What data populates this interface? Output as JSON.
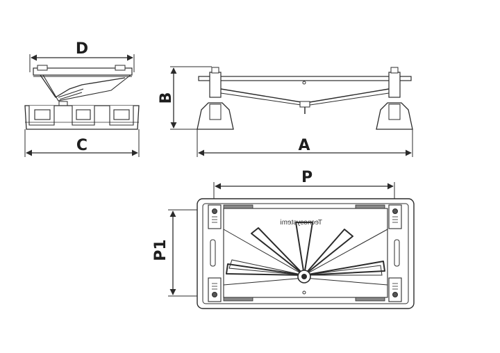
{
  "labels": {
    "side_top_width": "D",
    "side_base_width": "C",
    "front_height": "B",
    "front_width": "A",
    "plan_width": "P",
    "plan_depth": "P1"
  },
  "brand_text": "Tecnosystemi",
  "colors": {
    "line": "#2b2b2b",
    "text": "#1e1e1e",
    "background": "#ffffff"
  }
}
